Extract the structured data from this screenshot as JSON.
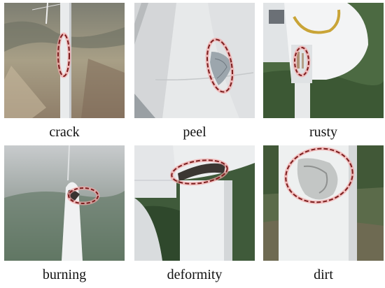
{
  "figure": {
    "panels": [
      {
        "id": "crack",
        "label": "crack"
      },
      {
        "id": "peel",
        "label": "peel"
      },
      {
        "id": "rusty",
        "label": "rusty"
      },
      {
        "id": "burning",
        "label": "burning"
      },
      {
        "id": "deformity",
        "label": "deformity"
      },
      {
        "id": "dirt",
        "label": "dirt"
      }
    ],
    "colors": {
      "highlight_dash": "#7a1d1d",
      "highlight_glow": "#f3a6a6",
      "blade_white": "#f2f3f4",
      "forest": "#3f5a3a"
    }
  }
}
